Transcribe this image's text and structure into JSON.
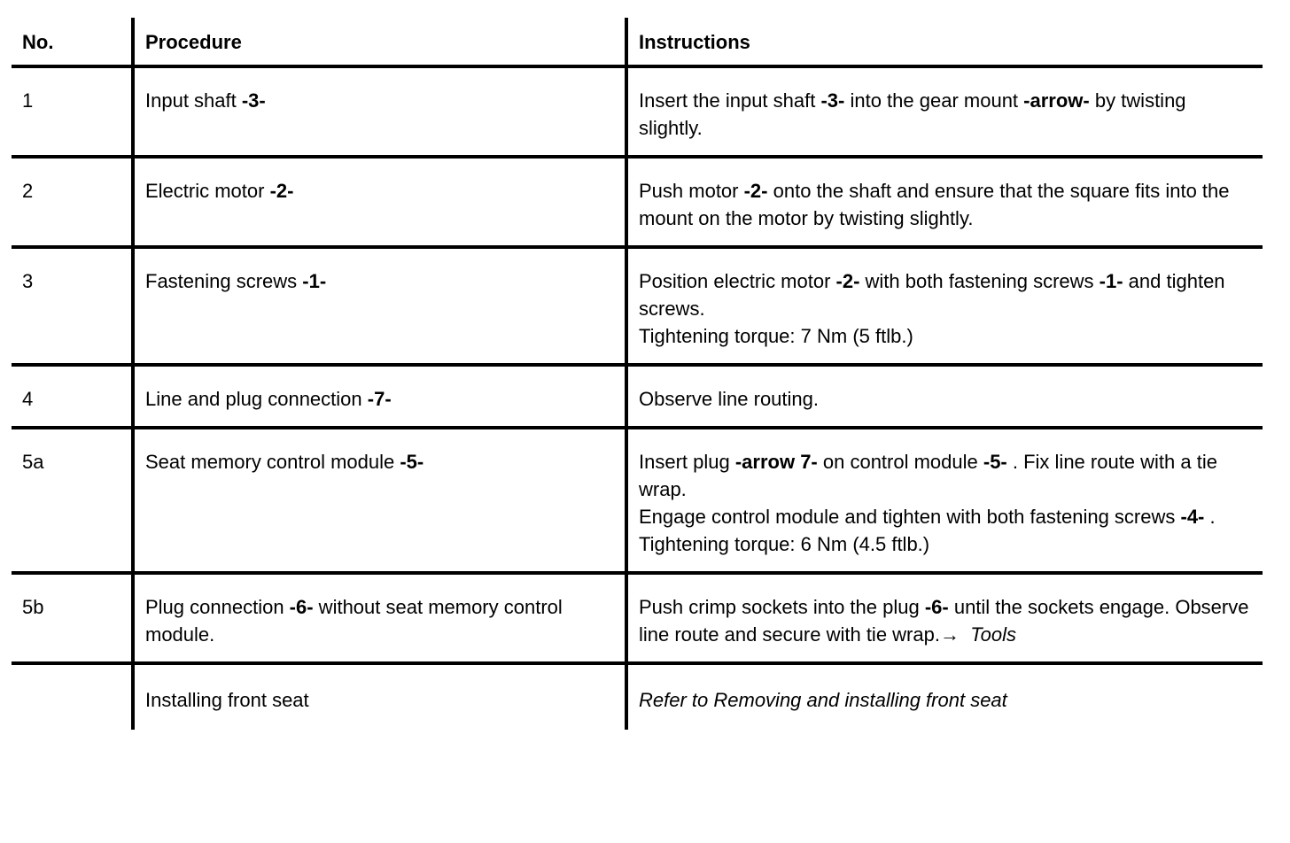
{
  "page": {
    "background_color": "#ffffff",
    "text_color": "#000000",
    "rule_color": "#000000"
  },
  "table": {
    "columns": [
      {
        "label": "No."
      },
      {
        "label": "Procedure"
      },
      {
        "label": "Instructions"
      }
    ],
    "rows": [
      {
        "no": "1",
        "procedure": [
          {
            "text": "Input shaft "
          },
          {
            "text": "-3-",
            "bold": true
          }
        ],
        "instructions": [
          {
            "text": "Insert the input shaft "
          },
          {
            "text": "-3-",
            "bold": true
          },
          {
            "text": " into the gear mount "
          },
          {
            "text": "-arrow-",
            "bold": true
          },
          {
            "text": " by twisting slightly."
          }
        ]
      },
      {
        "no": "2",
        "procedure": [
          {
            "text": "Electric motor "
          },
          {
            "text": "-2-",
            "bold": true
          }
        ],
        "instructions": [
          {
            "text": "Push motor "
          },
          {
            "text": "-2-",
            "bold": true
          },
          {
            "text": " onto the shaft and ensure that the square fits into the mount on the motor by twisting slightly."
          }
        ]
      },
      {
        "no": "3",
        "procedure": [
          {
            "text": "Fastening screws "
          },
          {
            "text": "-1-",
            "bold": true
          }
        ],
        "instructions": [
          {
            "text": "Position electric motor "
          },
          {
            "text": "-2-",
            "bold": true
          },
          {
            "text": " with both fastening screws "
          },
          {
            "text": "-1-",
            "bold": true
          },
          {
            "text": " and tighten screws.\nTightening torque: 7 Nm (5 ftlb.)"
          }
        ]
      },
      {
        "no": "4",
        "procedure": [
          {
            "text": "Line and plug connection "
          },
          {
            "text": "-7-",
            "bold": true
          }
        ],
        "instructions": [
          {
            "text": "Observe line routing."
          }
        ]
      },
      {
        "no": "5a",
        "procedure": [
          {
            "text": "Seat memory control module "
          },
          {
            "text": "-5-",
            "bold": true
          }
        ],
        "instructions": [
          {
            "text": "Insert plug "
          },
          {
            "text": "-arrow 7-",
            "bold": true
          },
          {
            "text": " on control module "
          },
          {
            "text": "-5-",
            "bold": true
          },
          {
            "text": " . Fix line route with a tie wrap.\nEngage control module and tighten with both fastening screws "
          },
          {
            "text": "-4-",
            "bold": true
          },
          {
            "text": " .\nTightening torque: 6 Nm (4.5 ftlb.)"
          }
        ]
      },
      {
        "no": "5b",
        "procedure": [
          {
            "text": "Plug connection "
          },
          {
            "text": "-6-",
            "bold": true
          },
          {
            "text": " without seat memory control module."
          }
        ],
        "instructions": [
          {
            "text": "Push crimp sockets into the plug "
          },
          {
            "text": "-6-",
            "bold": true
          },
          {
            "text": " until the sockets engage. Observe line route and secure with tie wrap."
          },
          {
            "text": "→  ",
            "name": "arrow-right-icon"
          },
          {
            "text": "Tools",
            "italic": true
          }
        ]
      },
      {
        "no": "",
        "procedure": [
          {
            "text": "Installing front seat"
          }
        ],
        "instructions": [
          {
            "text": "Refer to Removing and installing front seat",
            "italic": true
          }
        ]
      }
    ]
  }
}
